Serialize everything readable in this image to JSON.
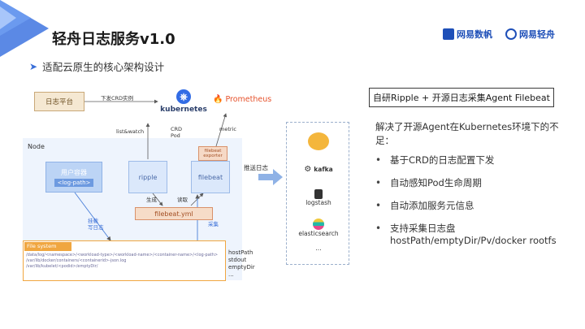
{
  "slide": {
    "title": "轻舟日志服务v1.0",
    "subtitle": "适配云原生的核心架构设计"
  },
  "logos": {
    "left": "网易数帆",
    "right": "网易轻舟"
  },
  "diagram": {
    "log_platform": "日志平台",
    "crd_instance": "下发CRD实例",
    "kubernetes": "kubernetes",
    "prometheus": "Prometheus",
    "list_watch": "list&watch",
    "crd_pod": "CRD\nPod",
    "metric": "metric",
    "node": "Node",
    "user_container": "用户容器",
    "log_path": "<log-path>",
    "ripple": "ripple",
    "filebeat": "filebeat",
    "filebeat_exporter": "filebeat\nexporter",
    "generate": "生成",
    "read": "读取",
    "filebeat_yml": "filebeat.yml",
    "mount": "挂载\n写日志",
    "collect": "采集",
    "push_logs": "推送日志",
    "file_system": "File system",
    "fs_lines": [
      "/data/log/<namespace>/<workload-type>/<workload-name>/<container-name>/<log-path>",
      "/var/lib/docker/containers/<containerid>-json.log",
      "/var/lib/kubelet/<podid>/emptyDir/"
    ],
    "paths": [
      "hostPath",
      "stdout",
      "emptyDir",
      "..."
    ],
    "destinations": [
      "kafka",
      "logstash",
      "elasticsearch",
      "..."
    ]
  },
  "panel": {
    "heading": "自研Ripple + 开源日志采集Agent Filebeat",
    "intro": "解决了开源Agent在Kubernetes环境下的不足：",
    "bullets": [
      "基于CRD的日志配置下发",
      "自动感知Pod生命周期",
      "自动添加服务元信息",
      "支持采集日志盘 hostPath/emptyDir/Pv/docker rootfs"
    ]
  }
}
